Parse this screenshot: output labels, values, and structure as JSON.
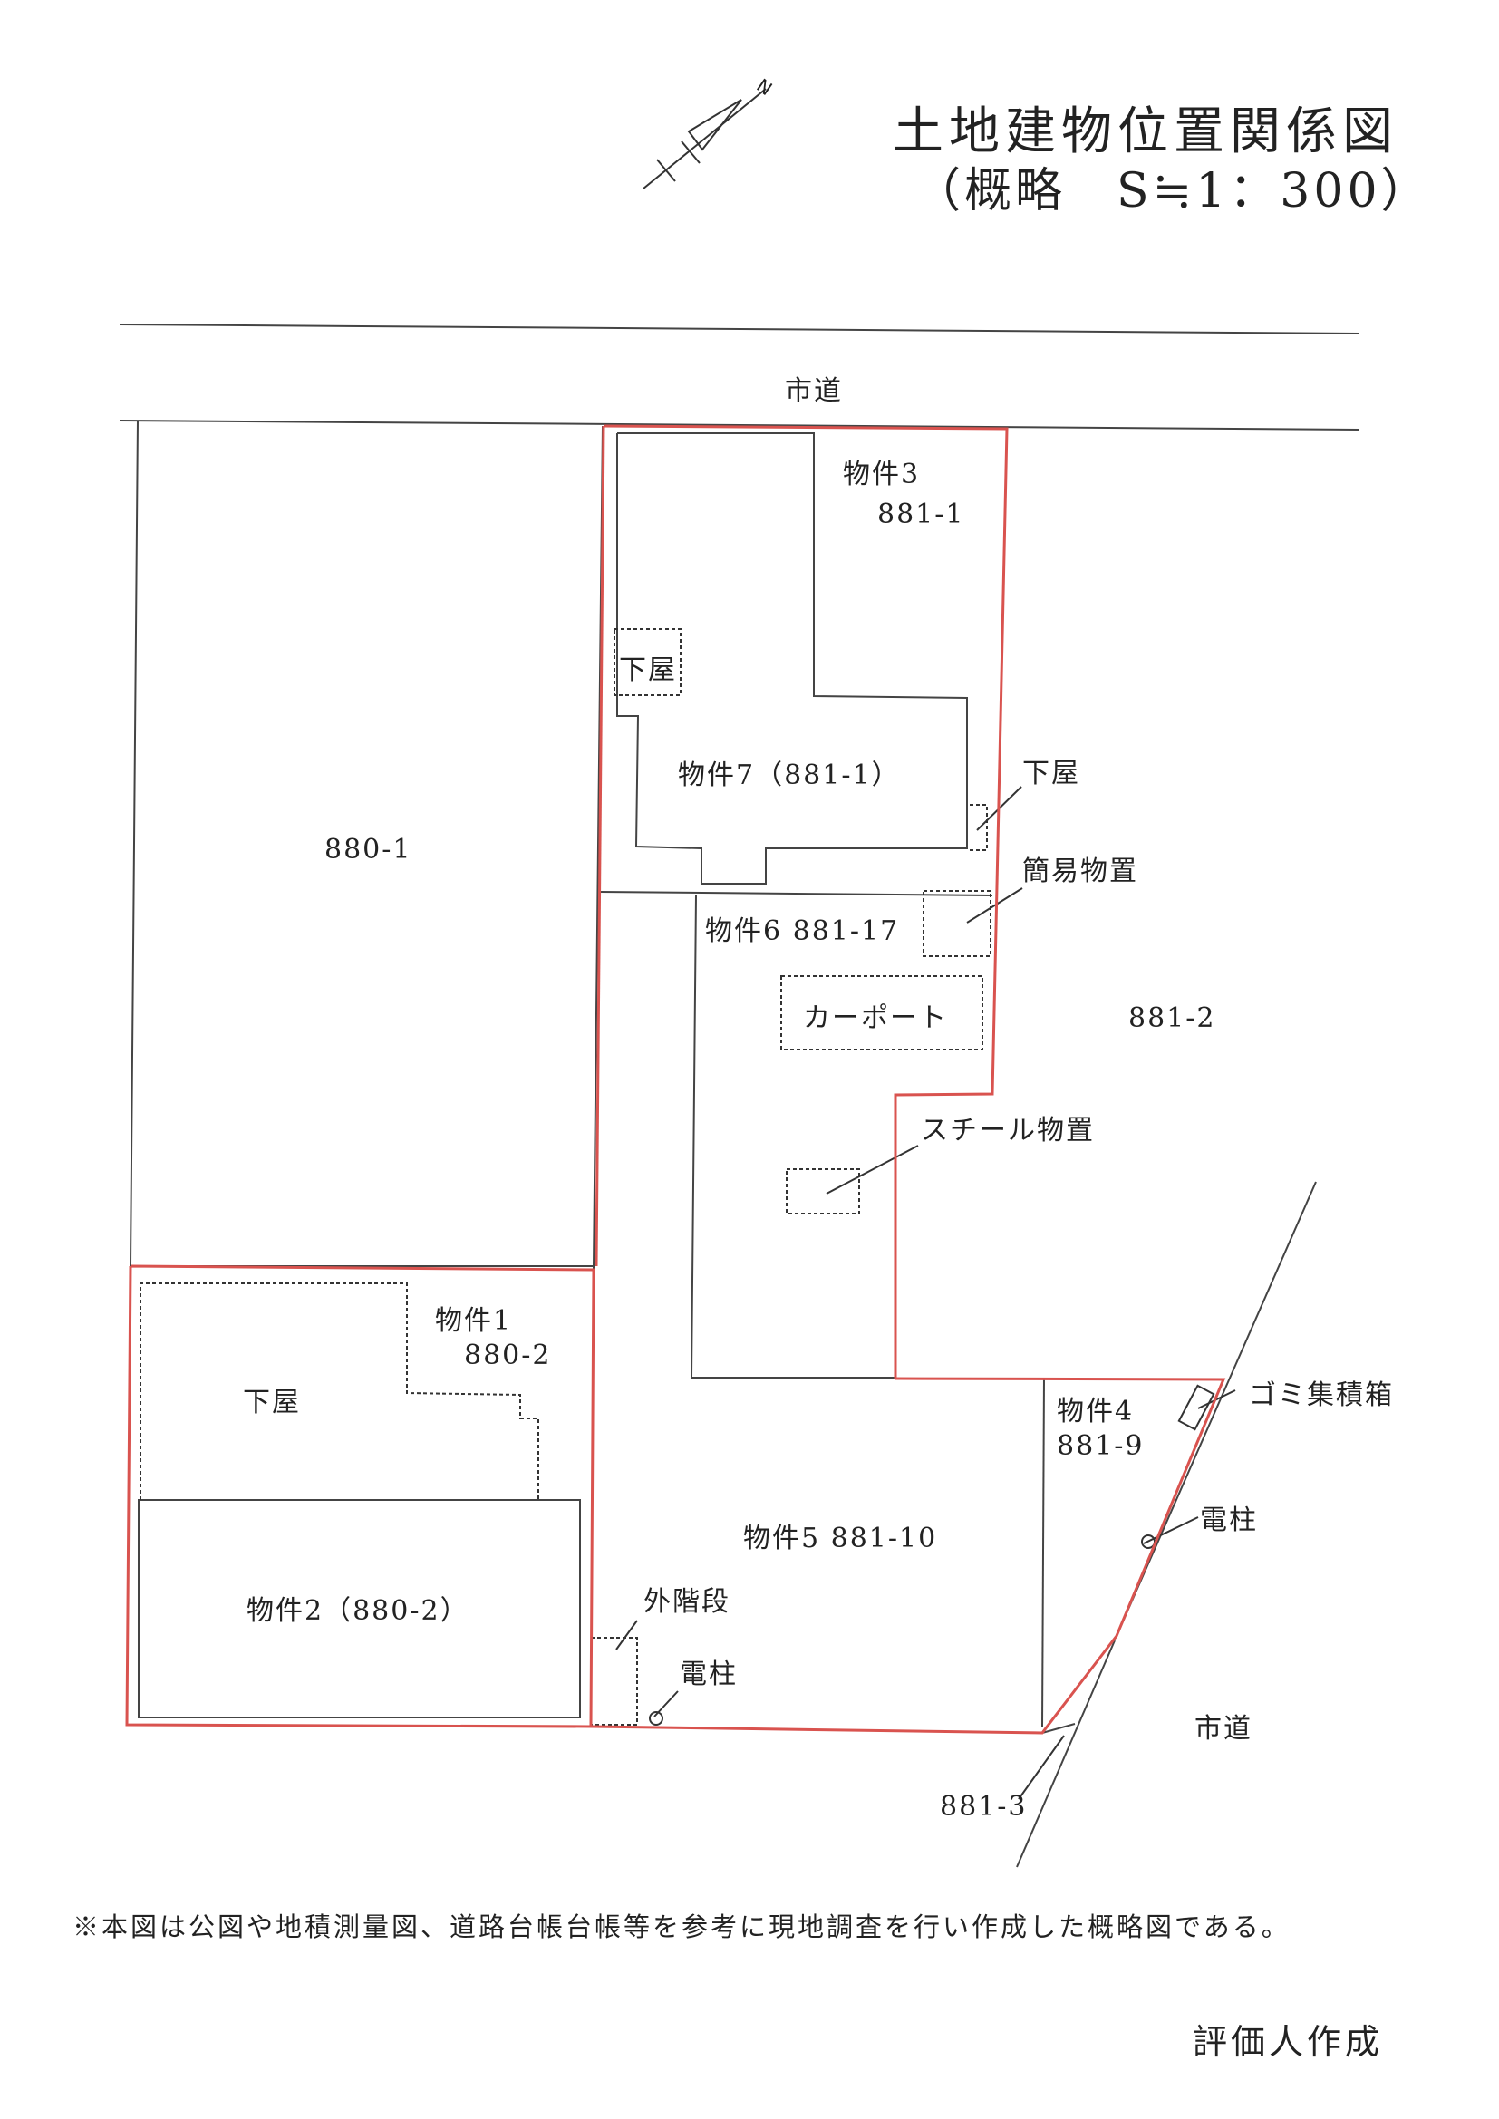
{
  "header": {
    "title": "土地建物位置関係図",
    "subtitle": "（概略　S≒1：300）",
    "north_mark": "N"
  },
  "roads": {
    "top_road": "市道",
    "right_road": "市道"
  },
  "parcels": {
    "p880_1": "880-1",
    "p881_2": "881-2",
    "p881_3": "881-3"
  },
  "properties": {
    "prop1_name": "物件1",
    "prop1_lot": "880-2",
    "prop2": "物件2（880-2）",
    "prop3_name": "物件3",
    "prop3_lot": "881-1",
    "prop4_name": "物件4",
    "prop4_lot": "881-9",
    "prop5": "物件5  881-10",
    "prop6": "物件6  881-17",
    "prop7": "物件7（881-1）"
  },
  "structures": {
    "shimoya_a": "下屋",
    "shimoya_b": "下屋",
    "shimoya_c": "下屋",
    "simple_storage": "簡易物置",
    "carport": "カーポート",
    "steel_storage": "スチール物置",
    "garbage_box": "ゴミ集積箱",
    "utility_pole_a": "電柱",
    "utility_pole_b": "電柱",
    "outer_stairs": "外階段"
  },
  "footer": {
    "note": "※本図は公図や地積測量図、道路台帳台帳等を参考に現地調査を行い作成した概略図である。",
    "author": "評価人作成"
  },
  "colors": {
    "boundary_red": "#d9534f",
    "line_gray": "#444444"
  }
}
